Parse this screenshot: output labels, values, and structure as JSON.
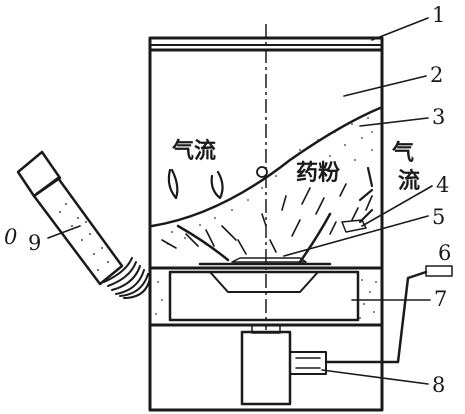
{
  "diagram": {
    "labels": {
      "airflow_left": "气流",
      "powder": "药粉",
      "airflow_right_top": "气",
      "airflow_right_bottom": "流",
      "stray_mark": "0"
    },
    "callouts": [
      "1",
      "2",
      "3",
      "4",
      "5",
      "6",
      "7",
      "8",
      "9"
    ]
  }
}
